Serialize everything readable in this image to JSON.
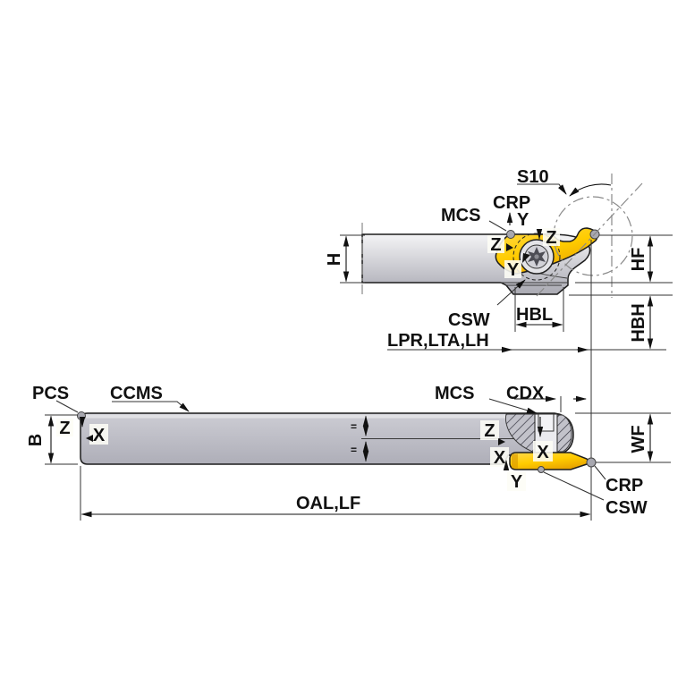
{
  "colors": {
    "insert_yellow": "#FFCC00",
    "insert_yellow_light": "#FFD84D",
    "insert_shade": "#E8A400",
    "steel_light": "#F4F4F6",
    "steel": "#B9B9C2",
    "steel_dark": "#A9A9B2",
    "outline": "#1D1D1D",
    "dashdot": "#8A8A8A",
    "dot_fill": "#A8A8B0"
  },
  "labels": {
    "s10": "S10",
    "crp": "CRP",
    "mcs": "MCS",
    "csw": "CSW",
    "h": "H",
    "hf": "HF",
    "hbh": "HBH",
    "hbl": "HBL",
    "lpr_lta_lh": "LPR,LTA,LH",
    "pcs": "PCS",
    "ccms": "CCMS",
    "b": "B",
    "cdx": "CDX",
    "wf": "WF",
    "oal_lf": "OAL,LF",
    "axis_x": "X",
    "axis_y": "Y",
    "axis_z": "Z",
    "equal": "="
  }
}
